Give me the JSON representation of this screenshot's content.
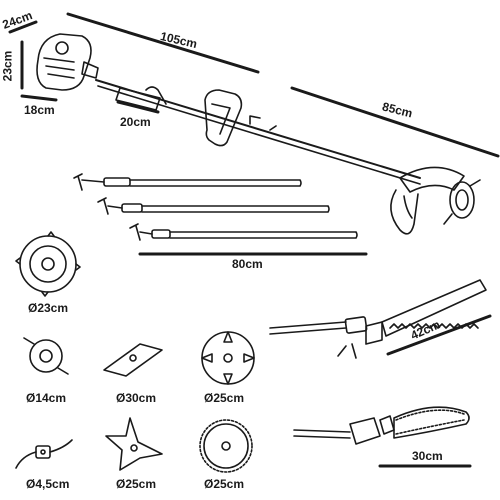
{
  "dimensions": {
    "engine_width": "24cm",
    "engine_height": "23cm",
    "engine_base": "18cm",
    "handle_span": "20cm",
    "total_length": "105cm",
    "shaft_length": "85cm",
    "extension_length": "80cm",
    "hedge_trimmer_length": "42cm",
    "pole_saw_length": "30cm"
  },
  "accessories": {
    "disc_23": "Ø23cm",
    "spool_14": "Ø14cm",
    "blade_30": "Ø30cm",
    "disc_4tooth_25": "Ø25cm",
    "nylon_head_4_5": "Ø4,5cm",
    "tri_blade_25": "Ø25cm",
    "saw_disc_25": "Ø25cm"
  }
}
